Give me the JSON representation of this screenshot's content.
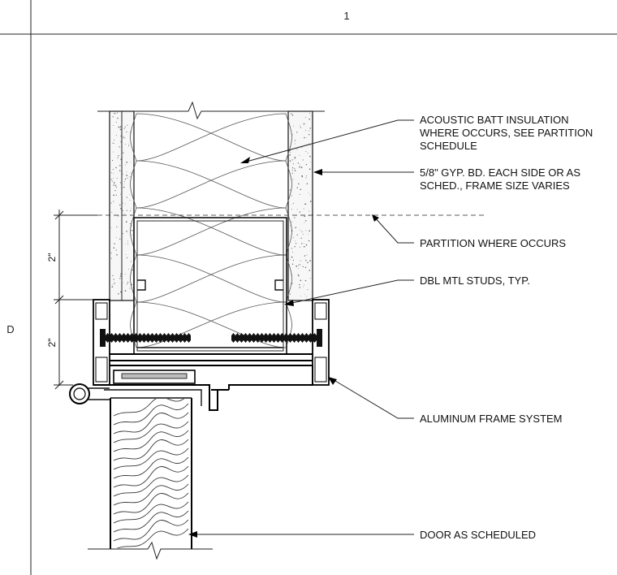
{
  "sheet": {
    "column_grid_label": "1",
    "row_grid_label": "D"
  },
  "dimensions": {
    "upper": "2\"",
    "lower": "2\""
  },
  "notes": [
    {
      "lines": [
        "ACOUSTIC BATT INSULATION",
        "WHERE OCCURS, SEE PARTITION",
        "SCHEDULE"
      ]
    },
    {
      "lines": [
        "5/8\" GYP. BD. EACH SIDE OR AS",
        "SCHED., FRAME SIZE VARIES"
      ]
    },
    {
      "lines": [
        "PARTITION WHERE OCCURS"
      ]
    },
    {
      "lines": [
        "DBL MTL STUDS, TYP."
      ]
    },
    {
      "lines": [
        "ALUMINUM FRAME SYSTEM"
      ]
    },
    {
      "lines": [
        "DOOR AS SCHEDULED"
      ]
    }
  ]
}
